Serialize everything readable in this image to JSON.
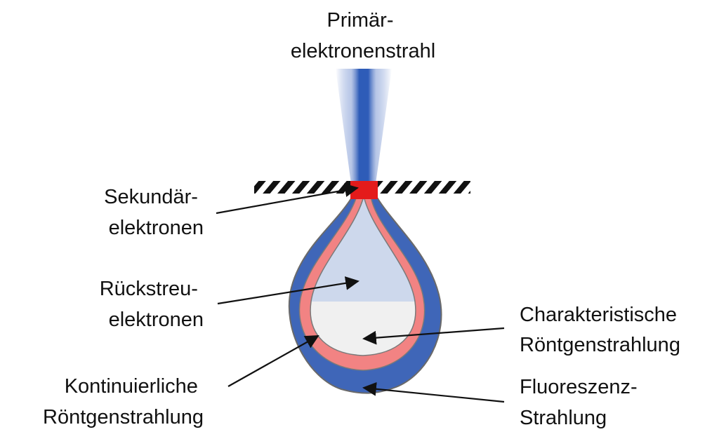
{
  "labels": {
    "primary_beam": [
      "Primär-",
      "elektronenstrahl"
    ],
    "secondary": [
      "Sekundär-",
      "elektronen"
    ],
    "backscatter": [
      "Rückstreu-",
      "elektronen"
    ],
    "continuous": [
      "Kontinuierliche",
      "Röntgenstrahlung"
    ],
    "characteristic": [
      "Charakteristische",
      "Röntgenstrahlung"
    ],
    "fluorescence": [
      "Fluoreszenz-",
      "Strahlung"
    ]
  },
  "colors": {
    "beam": "#2f5db8",
    "outer_layer": "#3f66b8",
    "pink_layer": "#f28383",
    "backscatter_zone": "#cdd8ec",
    "core": "#f0f0f0",
    "secondary_zone": "#e41b1b",
    "outline": "#6a6a6a"
  }
}
